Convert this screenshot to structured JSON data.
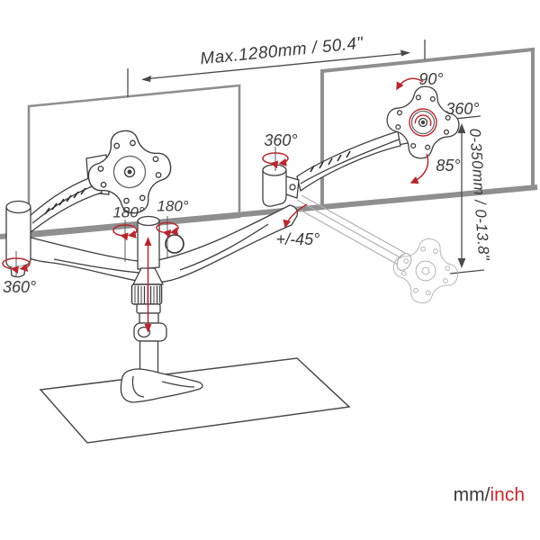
{
  "figure": {
    "type": "product-articulation-diagram",
    "subject": "dual monitor desk mount arm with gas springs"
  },
  "labels": {
    "max_width": "Max.1280mm / 50.4\"",
    "monitor_rotate": "90°",
    "monitor_spin": "360°",
    "monitor_tilt": "85°",
    "height_range": "0-350mm / 0-13.8\"",
    "arm_shoulder_rotate": "360°",
    "arm_tilt": "+/-45°",
    "crossbar_rotate_left": "180°",
    "crossbar_rotate_right": "180°",
    "left_elbow_rotate": "360°",
    "units_mm": "mm/",
    "units_inch": "inch"
  },
  "colors": {
    "accent_red": "#b5282e",
    "ink": "#3a3a3a",
    "screen_gray": "#8f8f8f",
    "ghost_gray": "#b0b0b0"
  }
}
